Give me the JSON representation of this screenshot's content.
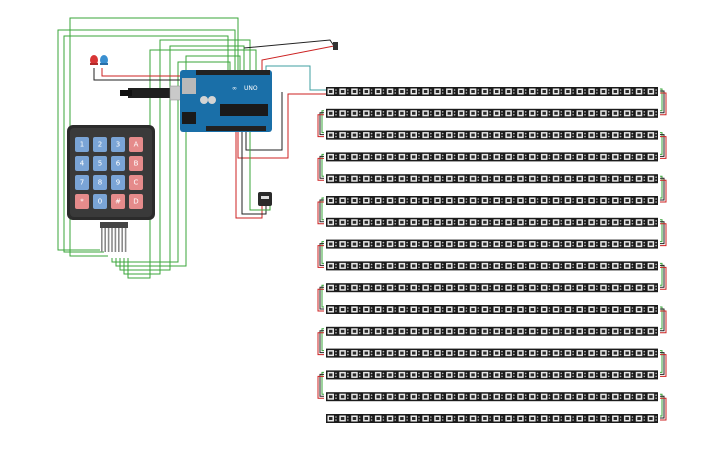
{
  "arduino": {
    "label": "UNO",
    "brand": "∞",
    "color": "#1a6fa8"
  },
  "keypad": {
    "rows": [
      [
        {
          "key": "1",
          "type": "num"
        },
        {
          "key": "2",
          "type": "num"
        },
        {
          "key": "3",
          "type": "num"
        },
        {
          "key": "A",
          "type": "letter"
        }
      ],
      [
        {
          "key": "4",
          "type": "num"
        },
        {
          "key": "5",
          "type": "num"
        },
        {
          "key": "6",
          "type": "num"
        },
        {
          "key": "B",
          "type": "letter"
        }
      ],
      [
        {
          "key": "7",
          "type": "num"
        },
        {
          "key": "8",
          "type": "num"
        },
        {
          "key": "9",
          "type": "num"
        },
        {
          "key": "C",
          "type": "letter"
        }
      ],
      [
        {
          "key": "*",
          "type": "letter"
        },
        {
          "key": "0",
          "type": "num"
        },
        {
          "key": "#",
          "type": "letter"
        },
        {
          "key": "D",
          "type": "letter"
        }
      ]
    ]
  },
  "led_strips": {
    "count": 16,
    "leds_per_strip": 28
  },
  "colors": {
    "wire_green": "#3aa63a",
    "wire_red": "#cc2222",
    "wire_black": "#222222",
    "wire_teal": "#3f9fa0",
    "key_num": "#7aa4d6",
    "key_letter": "#e58b8b",
    "keypad_body": "#2b2b2b",
    "strip_body": "#1b1b1b"
  },
  "components": {
    "led_red": "red-led-icon",
    "led_blue": "blue-led-icon",
    "sensor": "temperature-sensor-icon",
    "usb": "usb-plug-icon",
    "power": "power-connector-icon"
  }
}
